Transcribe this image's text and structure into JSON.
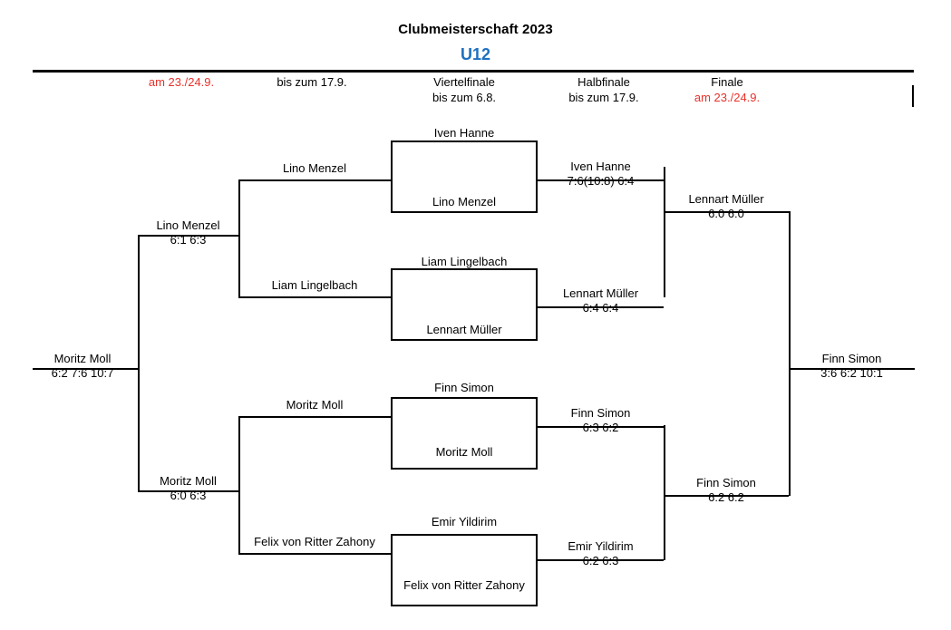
{
  "document": {
    "title": "Clubmeisterschaft 2023",
    "subtitle": "U12"
  },
  "rounds": [
    {
      "name": "",
      "date": "am 23./24.9.",
      "date_color": "#e8312a"
    },
    {
      "name": "",
      "date": "bis zum 17.9.",
      "date_color": "#000000"
    },
    {
      "name": "Viertelfinale",
      "date": "bis zum 6.8.",
      "date_color": "#000000"
    },
    {
      "name": "Halbfinale",
      "date": "bis zum 17.9.",
      "date_color": "#000000"
    },
    {
      "name": "Finale",
      "date": "am 23./24.9.",
      "date_color": "#e8312a"
    }
  ],
  "bracket": {
    "round1": [
      {
        "player": "Lino Menzel",
        "score": "6:1 6:3"
      },
      {
        "player": "Moritz Moll",
        "score": "6:0 6:3"
      }
    ],
    "round2": [
      {
        "player": "Lino Menzel",
        "score": ""
      },
      {
        "player": "Liam Lingelbach",
        "score": ""
      },
      {
        "player": "Moritz Moll",
        "score": ""
      },
      {
        "player": "Felix von Ritter Zahony",
        "score": ""
      }
    ],
    "quarterfinals": [
      {
        "top": "Iven Hanne",
        "bottom": "Lino Menzel"
      },
      {
        "top": "Liam Lingelbach",
        "bottom": "Lennart Müller"
      },
      {
        "top": "Finn Simon",
        "bottom": "Moritz Moll"
      },
      {
        "top": "Emir Yildirim",
        "bottom": "Felix von Ritter Zahony"
      }
    ],
    "quarterfinal_results": [
      {
        "player": "Iven Hanne",
        "score": "7:6(10:8) 6:4"
      },
      {
        "player": "Lennart Müller",
        "score": "6:4 6:4"
      },
      {
        "player": "Finn Simon",
        "score": "6:3 6:2"
      },
      {
        "player": "Emir Yildirim",
        "score": "6:2 6:3"
      }
    ],
    "semifinals": [
      {
        "player": "Lennart Müller",
        "score": "6:0 6:0"
      },
      {
        "player": "Finn Simon",
        "score": "6:2 6:2"
      }
    ],
    "entry_left": {
      "player": "Moritz Moll",
      "score": "6:2 7:6 10:7"
    },
    "champion": {
      "player": "Finn Simon",
      "score": "3:6 6:2 10:1"
    }
  }
}
